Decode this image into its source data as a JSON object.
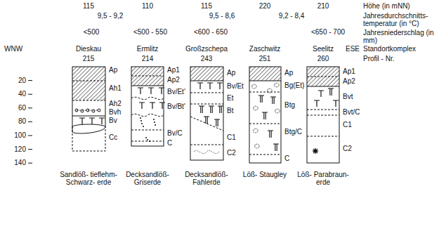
{
  "diagram": {
    "labels": [
      "115",
      "110",
      "115",
      "220",
      "210",
      "Höhe (in mNN)",
      "9,5 - 9,2",
      "9,5 - 8,6",
      "9,2 - 8,4",
      "Jahresdurchschnitts- temperatur (in °C)",
      "<500",
      "<500 - 550",
      "<600 - 650",
      "<650 - 700",
      "Jahresniederschlag (in mm)",
      "WNW",
      "Dieskau",
      "Ermlitz",
      "Großzschepa",
      "Zaschwitz",
      "Seelitz",
      "ESE",
      "Standortkomplex",
      "215",
      "214",
      "243",
      "251",
      "260",
      "Profil - Nr.",
      "20",
      "40",
      "60",
      "80",
      "100",
      "120",
      "140",
      "Ap",
      "Ah1",
      "Ah2",
      "Bvh",
      "Bv",
      "Cc",
      "Ap1",
      "Ap2",
      "Bv/Et'",
      "Bv/Bt'",
      "Bv/C",
      "C",
      "Ap",
      "Bv/Et",
      "Et",
      "Bt",
      "C1",
      "C2",
      "Ap",
      "Bg(Et)",
      "Btg",
      "Btg/C",
      "C",
      "Ap1",
      "Ap2",
      "Bvt",
      "Bvt/C",
      "C1",
      "C2",
      "Sandlöß- tieflehm- Schwarz- erde",
      "Decksandlöß- Griserde",
      "Decksandlöß- Fahlerde",
      "Löß- Staugley",
      "Löß- Parabraun- erde"
    ]
  }
}
